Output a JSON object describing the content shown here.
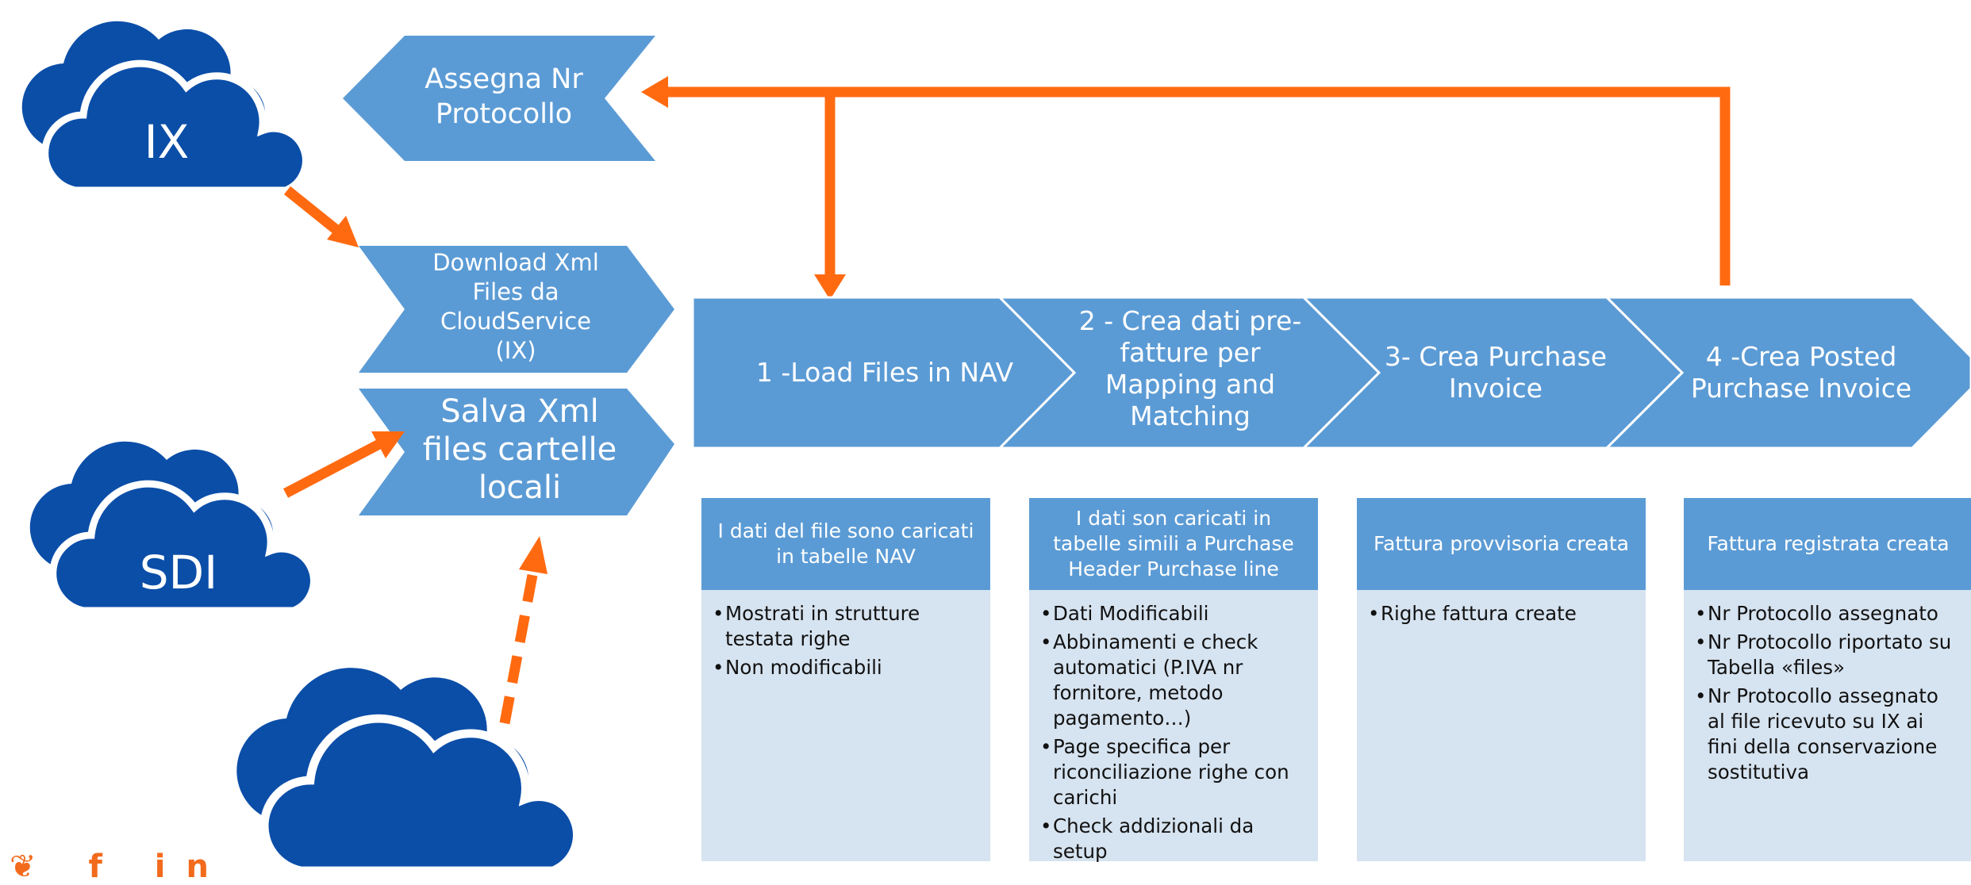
{
  "clouds": {
    "ix": "IX",
    "sdi": "SDI"
  },
  "left_shapes": {
    "assegna": [
      "Assegna Nr",
      "Protocollo"
    ],
    "download": [
      "Download Xml",
      "Files da",
      "CloudService",
      "(IX)"
    ],
    "salva": [
      "Salva Xml",
      "files cartelle",
      "locali"
    ]
  },
  "steps": [
    {
      "label": [
        "1 -Load Files in NAV"
      ]
    },
    {
      "label": [
        "2 - Crea dati pre-",
        "fatture per",
        "Mapping and",
        "Matching"
      ]
    },
    {
      "label": [
        "3- Crea Purchase",
        "Invoice"
      ]
    },
    {
      "label": [
        "4 -Crea Posted",
        "Purchase Invoice"
      ]
    }
  ],
  "boxes": [
    {
      "header": "I dati del file sono caricati in tabelle NAV",
      "items": [
        "Mostrati in strutture testata righe",
        "Non modificabili"
      ]
    },
    {
      "header": "I dati son caricati in tabelle simili a Purchase Header Purchase line",
      "items": [
        "Dati Modificabili",
        "Abbinamenti e check automatici (P.IVA nr fornitore, metodo pagamento…)",
        "Page specifica per riconciliazione righe con carichi",
        "Check addizionali da setup"
      ]
    },
    {
      "header": "Fattura provvisoria creata",
      "items": [
        "Righe fattura create"
      ]
    },
    {
      "header": "Fattura registrata creata",
      "items": [
        "Nr Protocollo assegnato",
        "Nr Protocollo riportato su Tabella «files»",
        "Nr Protocollo assegnato al file ricevuto su IX ai fini della conservazione sostitutiva"
      ]
    }
  ],
  "social": "❦ f in",
  "colors": {
    "shape_blue": "#5b9bd5",
    "cloud_blue": "#0b4ea8",
    "box_body": "#d6e3f0",
    "arrow_orange": "#ff6a10"
  }
}
